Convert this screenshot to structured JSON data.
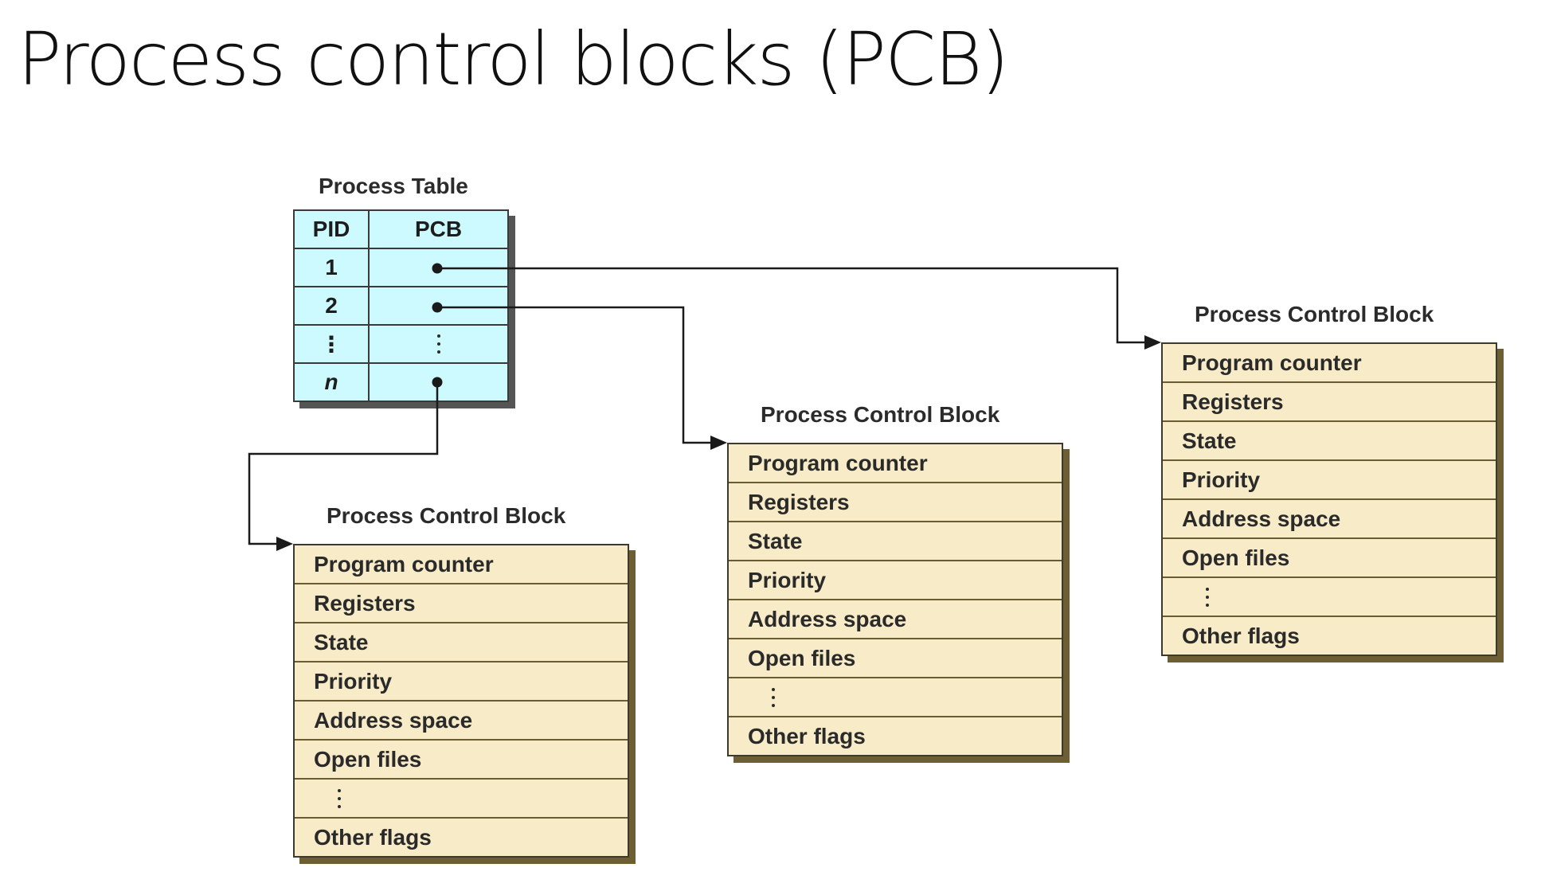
{
  "slide": {
    "title": "Process control blocks (PCB)"
  },
  "process_table": {
    "caption": "Process Table",
    "headers": {
      "pid": "PID",
      "pcb": "PCB"
    },
    "rows": [
      {
        "pid": "1"
      },
      {
        "pid": "2"
      },
      {
        "pid": "⋮"
      },
      {
        "pid": "n"
      }
    ]
  },
  "pcbs": [
    {
      "caption": "Process Control Block",
      "fields": [
        "Program counter",
        "Registers",
        "State",
        "Priority",
        "Address space",
        "Open files",
        "⋮",
        "Other flags"
      ]
    },
    {
      "caption": "Process Control Block",
      "fields": [
        "Program counter",
        "Registers",
        "State",
        "Priority",
        "Address space",
        "Open files",
        "⋮",
        "Other flags"
      ]
    },
    {
      "caption": "Process Control Block",
      "fields": [
        "Program counter",
        "Registers",
        "State",
        "Priority",
        "Address space",
        "Open files",
        "⋮",
        "Other flags"
      ]
    }
  ]
}
